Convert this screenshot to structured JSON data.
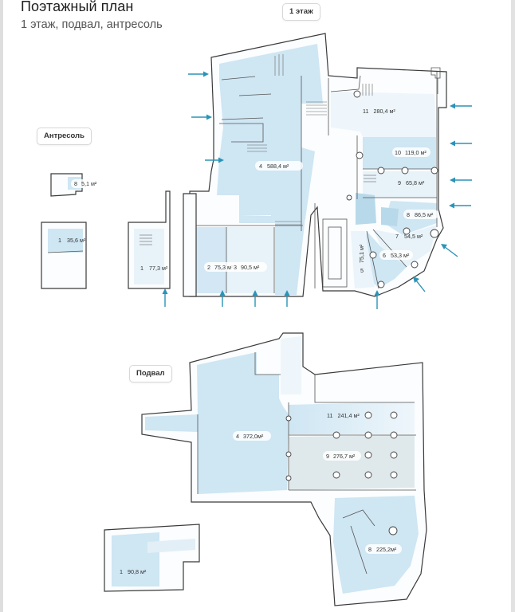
{
  "header": {
    "title": "Поэтажный план",
    "subtitle": "1 этаж, подвал, антресоль"
  },
  "floor_chips": {
    "first_floor": "1 этаж",
    "mezzanine": "Антресоль",
    "basement": "Подвал"
  },
  "colors": {
    "room_fill": "#cfe6f3",
    "room_fill_light": "#e6f2f9",
    "room_fill_gray": "#dfe9ec",
    "arrow": "#2b93b8",
    "wall": "#3a3a3a"
  },
  "first_floor": {
    "rooms": [
      {
        "num": "2",
        "area": "75,3 м²"
      },
      {
        "num": "3",
        "area": "90,5 м²"
      },
      {
        "num": "4",
        "area": "588,4 м²"
      },
      {
        "num": "5",
        "area": "75,1 м²"
      },
      {
        "num": "6",
        "area": "53,3 м²"
      },
      {
        "num": "7",
        "area": "54,5 м²"
      },
      {
        "num": "8",
        "area": "86,5 м²"
      },
      {
        "num": "9",
        "area": "65,8 м²"
      },
      {
        "num": "10",
        "area": "119,0 м²"
      },
      {
        "num": "11",
        "area": "280,4 м²"
      }
    ],
    "entrance_arrows": 12
  },
  "mezzanine": {
    "rooms": [
      {
        "num": "8",
        "area": "5,1 м²"
      },
      {
        "num": "1",
        "area": "35,6 м²"
      },
      {
        "num": "1",
        "area": "77,3 м²"
      }
    ]
  },
  "basement": {
    "rooms": [
      {
        "num": "4",
        "area": "372,0м²"
      },
      {
        "num": "11",
        "area": "241,4 м²"
      },
      {
        "num": "9",
        "area": "276,7 м²"
      },
      {
        "num": "8",
        "area": "225,2м²"
      },
      {
        "num": "1",
        "area": "90,8 м²"
      }
    ]
  }
}
